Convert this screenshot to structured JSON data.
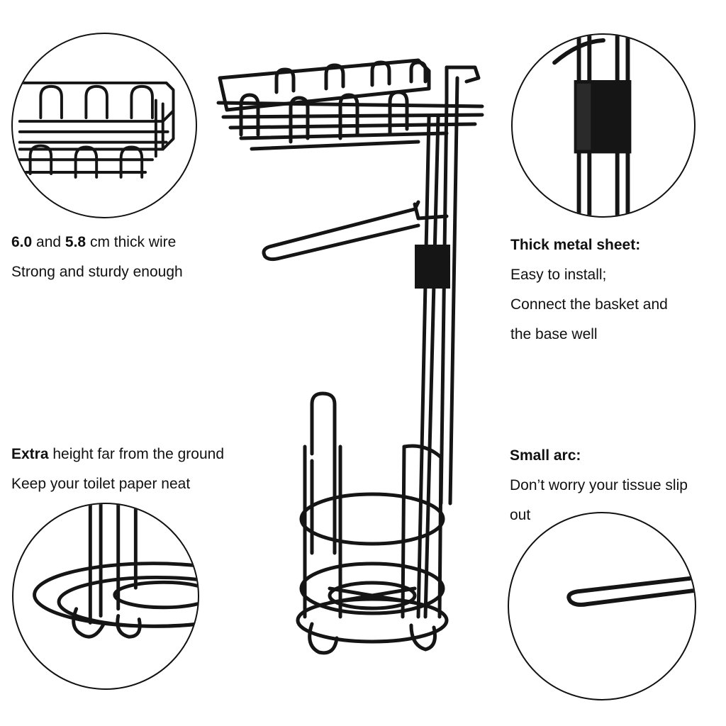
{
  "colors": {
    "background": "#ffffff",
    "text": "#111111",
    "metal": "#151515"
  },
  "features": {
    "wire": {
      "value_a": "6.0",
      "joiner": " and ",
      "value_b": "5.8",
      "rest": " cm thick wire",
      "line2": "Strong and sturdy enough"
    },
    "sheet": {
      "title": "Thick metal sheet:",
      "line2": "Easy to install;",
      "line3": "Connect the basket and",
      "line4": "the base well"
    },
    "height": {
      "lead": "Extra",
      "rest": " height far from the ground",
      "line2": "Keep your toilet paper neat"
    },
    "arc": {
      "title": "Small arc:",
      "line2": "Don’t worry your tissue slip",
      "line3": "out"
    }
  },
  "icons": {
    "basket_detail": "wire-basket-closeup",
    "sheet_detail": "metal-sheet-closeup",
    "base_detail": "round-base-closeup",
    "arc_detail": "hook-arc-closeup",
    "product": "toilet-paper-stand"
  }
}
